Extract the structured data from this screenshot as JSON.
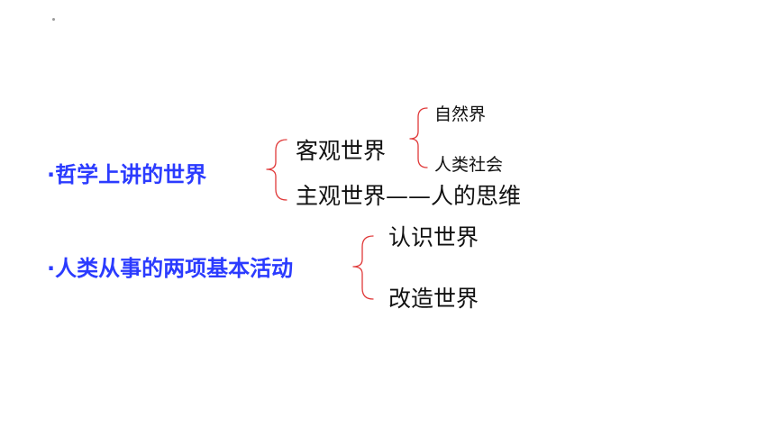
{
  "colors": {
    "heading": "#2b3bff",
    "text": "#111111",
    "bracket": "#e03a3a"
  },
  "section1": {
    "heading": "·哲学上讲的世界",
    "objective": "客观世界",
    "objective_children": [
      "自然界",
      "人类社会"
    ],
    "subjective": "主观世界——人的思维"
  },
  "section2": {
    "heading": "·人类从事的两项基本活动",
    "items": [
      "认识世界",
      "改造世界"
    ]
  }
}
